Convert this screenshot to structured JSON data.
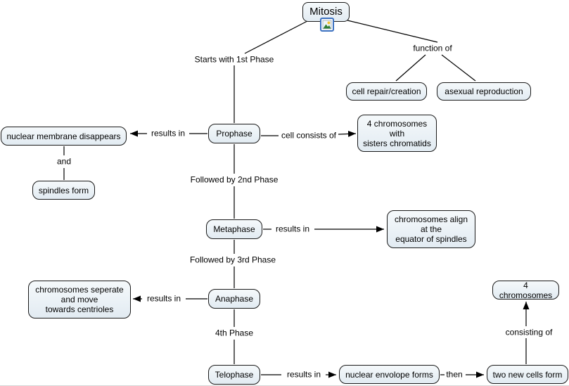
{
  "diagram": {
    "topic": "Mitosis concept map",
    "colors": {
      "node_fill_top": "#f5f9fb",
      "node_fill_bottom": "#e2ebf2",
      "node_border": "#1a1a1a",
      "line": "#000000",
      "background": "#ffffff",
      "icon_border": "#3a70c0"
    },
    "nodes": {
      "mitosis": "Mitosis",
      "cell_repair": "cell repair/creation",
      "asexual_reproduction": "asexual reproduction",
      "nuclear_membrane_disappears": "nuclear membrane disappears",
      "prophase": "Prophase",
      "four_chromosomes_sisters": "4 chromosomes\nwith\nsisters chromatids",
      "spindles_form": "spindles form",
      "metaphase": "Metaphase",
      "chromosomes_align": "chromosomes align\nat the\nequator of spindles",
      "anaphase": "Anaphase",
      "chromosomes_seperate": "chromosomes  seperate\nand move\ntowards centrioles",
      "telophase": "Telophase",
      "nuclear_envolope_forms": "nuclear envolope forms",
      "two_new_cells_form": "two new cells form",
      "four_chromosomes": "4 chromosomes"
    },
    "link_labels": {
      "starts_with": "Starts with 1st Phase",
      "function_of": "function of",
      "results_in_prophase": "results in",
      "cell_consists_of": "cell consists of",
      "and": "and",
      "followed_by_2nd": "Followed by 2nd Phase",
      "results_in_metaphase": "results in",
      "followed_by_3rd": "Followed by 3rd Phase",
      "results_in_anaphase": "results in",
      "fourth_phase": "4th Phase",
      "results_in_telophase": "results in",
      "then": "then",
      "consisting_of": "consisting of"
    },
    "icons": {
      "mitosis_image_icon": "image-thumbnail"
    }
  }
}
